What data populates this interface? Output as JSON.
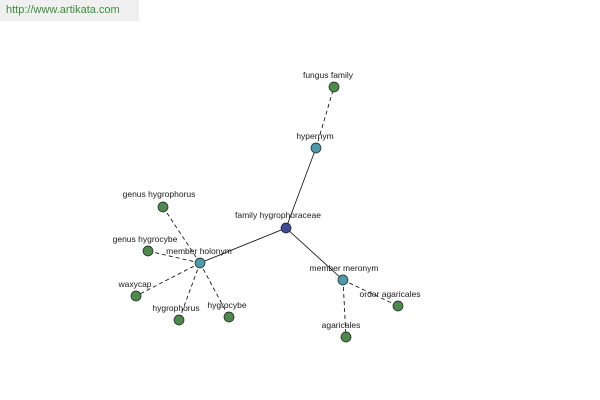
{
  "banner": {
    "url": "http://www.artikata.com"
  },
  "colors": {
    "root_node": "#3d4b9a",
    "relation_node": "#4d9ba8",
    "leaf_node": "#4e8a4e",
    "banner_text": "#3a8f3a"
  },
  "graph": {
    "nodes": {
      "root": {
        "label": "family hygrophoraceae"
      },
      "hypernym": {
        "label": "hypernym"
      },
      "fungus_family": {
        "label": "fungus family"
      },
      "member_holonym": {
        "label": "member holonym"
      },
      "member_meronym": {
        "label": "member meronym"
      },
      "genus_hygrophorus": {
        "label": "genus hygrophorus"
      },
      "genus_hygrocybe": {
        "label": "genus hygrocybe"
      },
      "waxycap": {
        "label": "waxycap"
      },
      "hygrophorus": {
        "label": "hygrophorus"
      },
      "hygrocybe": {
        "label": "hygrocybe"
      },
      "order_agaricales": {
        "label": "order agaricales"
      },
      "agaricales": {
        "label": "agaricales"
      }
    }
  }
}
